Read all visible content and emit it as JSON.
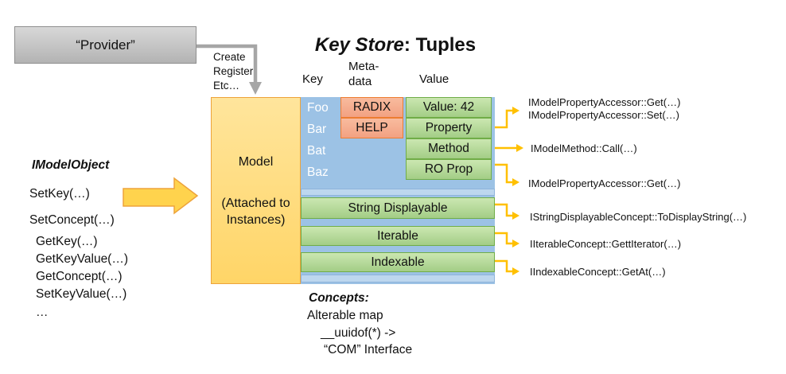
{
  "colors": {
    "canvas-bg": "#ffffff",
    "text": "#111111",
    "gray-fill-top": "#d8d8d8",
    "gray-fill-bottom": "#b3b3b3",
    "gray-border": "#8f8f8f",
    "gray-arrow": "#a6a6a6",
    "gold-fill": "#ffd567",
    "gold-fill-light": "#ffe59c",
    "gold-border": "#eda33b",
    "block-arrow-fill": "#ffd34d",
    "blue-fill": "#9cc2e5",
    "blue-strip": "#bdd7ee",
    "blue-strip-border": "#8eb4db",
    "salmon-fill": "#f2a182",
    "salmon-fill-light": "#f8bb9e",
    "salmon-border": "#ed7d31",
    "green-fill": "#a3cd86",
    "green-fill-light": "#cbe7b1",
    "green-border": "#70ad47",
    "connector": "#ffc000",
    "key-text": "#ffffff"
  },
  "provider": {
    "label": "“Provider”"
  },
  "provider_note": {
    "lines": [
      "Create",
      "Register",
      "Etc…"
    ]
  },
  "title": {
    "emphasis": "Key Store",
    "rest": ": Tuples"
  },
  "headers": {
    "key": "Key",
    "meta_line1": "Meta-",
    "meta_line2": "data",
    "value": "Value"
  },
  "model": {
    "line1": "Model",
    "line2": "(Attached to Instances)"
  },
  "store": {
    "keys": [
      "Foo",
      "Bar",
      "Bat",
      "Baz"
    ],
    "metadata": [
      "RADIX",
      "HELP"
    ],
    "values": [
      "Value: 42",
      "Property",
      "Method",
      "RO Prop"
    ],
    "concepts": [
      "String Displayable",
      "Iterable",
      "Indexable"
    ]
  },
  "api": {
    "heading": "IModelObject",
    "methods": [
      "SetKey(…)",
      "SetConcept(…)",
      "GetKey(…)",
      "GetKeyValue(…)",
      "GetConcept(…)",
      "SetKeyValue(…)",
      "…"
    ]
  },
  "annotations": {
    "property_get": "IModelPropertyAccessor::Get(…)",
    "property_set": "IModelPropertyAccessor::Set(…)",
    "method_call": "IModelMethod::Call(…)",
    "ro_prop_get": "IModelPropertyAccessor::Get(…)",
    "string_displayable": "IStringDisplayableConcept::ToDisplayString(…)",
    "iterable": "IIterableConcept::GettIterator(…)",
    "indexable": "IIndexableConcept::GetAt(…)"
  },
  "concepts_note": {
    "heading": "Concepts:",
    "lines": [
      "Alterable map",
      "__uuidof(*) ->",
      "“COM” Interface"
    ]
  }
}
